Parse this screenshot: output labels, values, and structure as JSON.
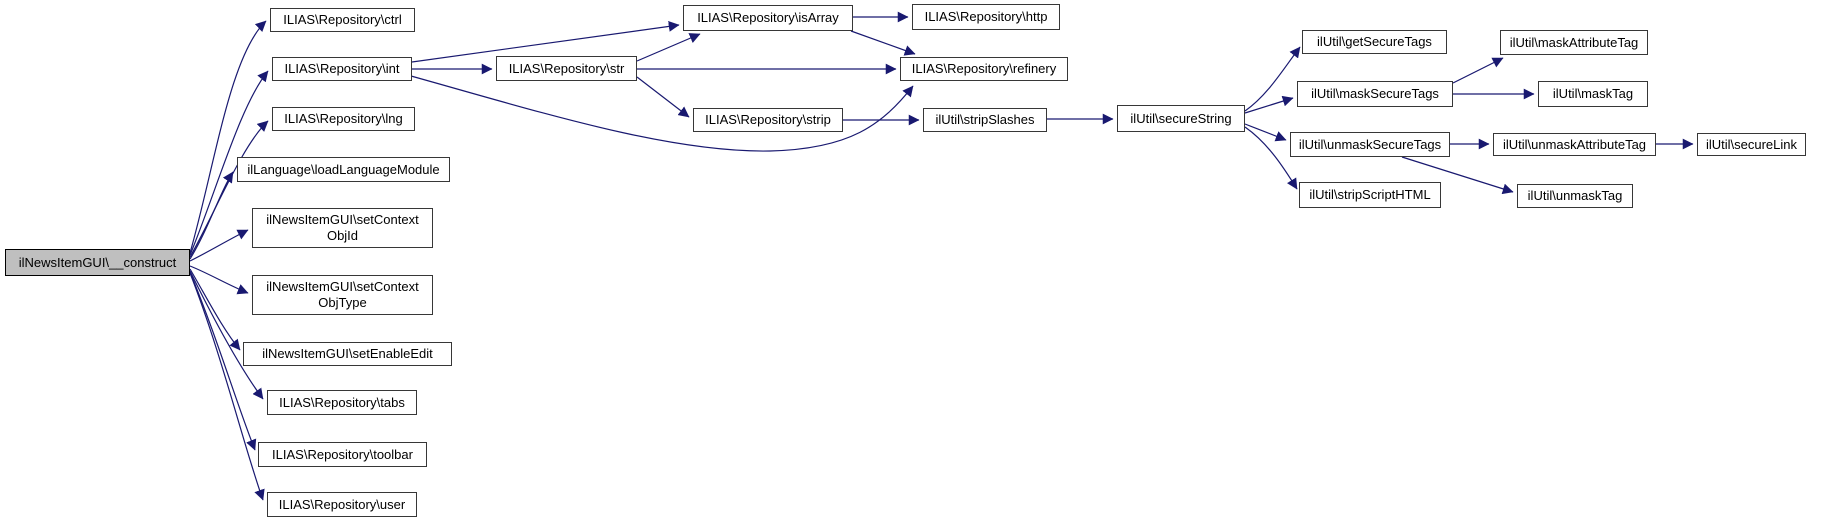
{
  "diagram": {
    "type": "call-graph",
    "edge_color": "#191970",
    "root_fill": "#bfbfbf",
    "nodes": {
      "construct": {
        "label": "ilNewsItemGUI\\__construct"
      },
      "ctrl": {
        "label": "ILIAS\\Repository\\ctrl"
      },
      "int": {
        "label": "ILIAS\\Repository\\int"
      },
      "lng": {
        "label": "ILIAS\\Repository\\lng"
      },
      "loadLanguageModule": {
        "label": "ilLanguage\\loadLanguageModule"
      },
      "setContextObjId": {
        "line1": "ilNewsItemGUI\\setContext",
        "line2": "ObjId"
      },
      "setContextObjType": {
        "line1": "ilNewsItemGUI\\setContext",
        "line2": "ObjType"
      },
      "setEnableEdit": {
        "label": "ilNewsItemGUI\\setEnableEdit"
      },
      "tabs": {
        "label": "ILIAS\\Repository\\tabs"
      },
      "toolbar": {
        "label": "ILIAS\\Repository\\toolbar"
      },
      "user": {
        "label": "ILIAS\\Repository\\user"
      },
      "str": {
        "label": "ILIAS\\Repository\\str"
      },
      "isArray": {
        "label": "ILIAS\\Repository\\isArray"
      },
      "http": {
        "label": "ILIAS\\Repository\\http"
      },
      "refinery": {
        "label": "ILIAS\\Repository\\refinery"
      },
      "strip": {
        "label": "ILIAS\\Repository\\strip"
      },
      "stripSlashes": {
        "label": "ilUtil\\stripSlashes"
      },
      "secureString": {
        "label": "ilUtil\\secureString"
      },
      "getSecureTags": {
        "label": "ilUtil\\getSecureTags"
      },
      "maskSecureTags": {
        "label": "ilUtil\\maskSecureTags"
      },
      "unmaskSecureTags": {
        "label": "ilUtil\\unmaskSecureTags"
      },
      "stripScriptHTML": {
        "label": "ilUtil\\stripScriptHTML"
      },
      "maskAttributeTag": {
        "label": "ilUtil\\maskAttributeTag"
      },
      "maskTag": {
        "label": "ilUtil\\maskTag"
      },
      "unmaskAttributeTag": {
        "label": "ilUtil\\unmaskAttributeTag"
      },
      "unmaskTag": {
        "label": "ilUtil\\unmaskTag"
      },
      "secureLink": {
        "label": "ilUtil\\secureLink"
      }
    },
    "edges": [
      {
        "from": "construct",
        "to": "ctrl"
      },
      {
        "from": "construct",
        "to": "int"
      },
      {
        "from": "construct",
        "to": "lng"
      },
      {
        "from": "construct",
        "to": "loadLanguageModule"
      },
      {
        "from": "construct",
        "to": "setContextObjId"
      },
      {
        "from": "construct",
        "to": "setContextObjType"
      },
      {
        "from": "construct",
        "to": "setEnableEdit"
      },
      {
        "from": "construct",
        "to": "tabs"
      },
      {
        "from": "construct",
        "to": "toolbar"
      },
      {
        "from": "construct",
        "to": "user"
      },
      {
        "from": "int",
        "to": "str"
      },
      {
        "from": "int",
        "to": "isArray"
      },
      {
        "from": "int",
        "to": "refinery"
      },
      {
        "from": "str",
        "to": "isArray"
      },
      {
        "from": "str",
        "to": "refinery"
      },
      {
        "from": "str",
        "to": "strip"
      },
      {
        "from": "isArray",
        "to": "http"
      },
      {
        "from": "isArray",
        "to": "refinery"
      },
      {
        "from": "strip",
        "to": "stripSlashes"
      },
      {
        "from": "stripSlashes",
        "to": "secureString"
      },
      {
        "from": "secureString",
        "to": "getSecureTags"
      },
      {
        "from": "secureString",
        "to": "maskSecureTags"
      },
      {
        "from": "secureString",
        "to": "unmaskSecureTags"
      },
      {
        "from": "secureString",
        "to": "stripScriptHTML"
      },
      {
        "from": "maskSecureTags",
        "to": "maskAttributeTag"
      },
      {
        "from": "maskSecureTags",
        "to": "maskTag"
      },
      {
        "from": "unmaskSecureTags",
        "to": "unmaskAttributeTag"
      },
      {
        "from": "unmaskSecureTags",
        "to": "unmaskTag"
      },
      {
        "from": "unmaskAttributeTag",
        "to": "secureLink"
      }
    ]
  }
}
